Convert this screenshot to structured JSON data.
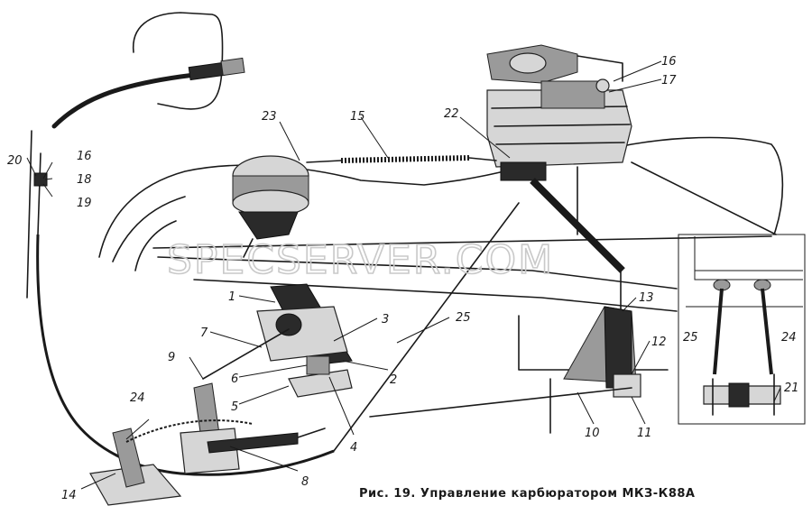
{
  "watermark": "SPECSERVER.COM",
  "caption": "Рис. 19. Управление карбюратором МКЗ-К88А",
  "labels": {
    "l1": "1",
    "l2": "2",
    "l3": "3",
    "l4": "4",
    "l5": "5",
    "l6": "6",
    "l7": "7",
    "l8": "8",
    "l9": "9",
    "l10": "10",
    "l11": "11",
    "l12": "12",
    "l13": "13",
    "l14": "14",
    "l15": "15",
    "l16a": "16",
    "l16b": "16",
    "l17": "17",
    "l18": "18",
    "l19": "19",
    "l20": "20",
    "l21": "21",
    "l22": "22",
    "l23": "23",
    "l24a": "24",
    "l24b": "24",
    "l25a": "25",
    "l25b": "25"
  }
}
